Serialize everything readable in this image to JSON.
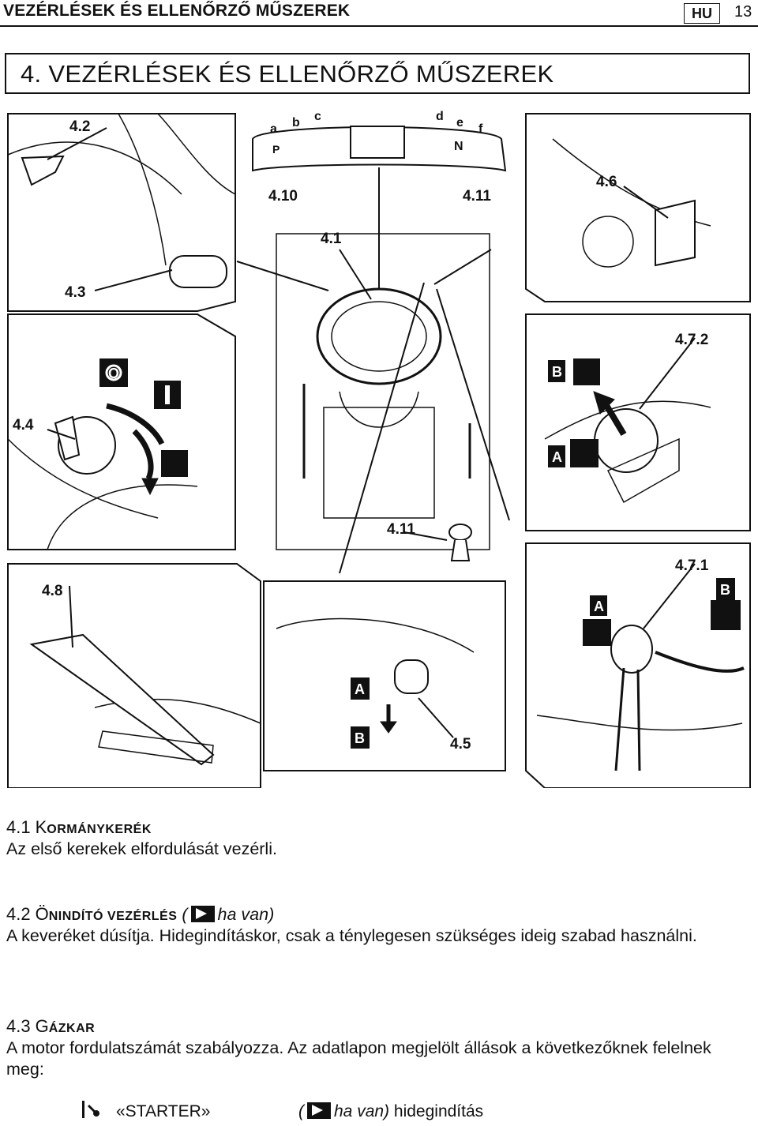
{
  "header": {
    "title": "VEZÉRLÉSEK ÉS ELLENŐRZŐ MŰSZEREK",
    "lang_badge": "HU",
    "page_number": "13"
  },
  "chapter_title": "4.  VEZÉRLÉSEK ÉS ELLENŐRZŐ MŰSZEREK",
  "figure_labels": {
    "l42": "4.2",
    "l43": "4.3",
    "l44": "4.4",
    "l48": "4.8",
    "l410": "4.10",
    "l411a": "4.11",
    "l41": "4.1",
    "l46": "4.6",
    "l472": "4.7.2",
    "l411b": "4.11",
    "l471": "4.7.1",
    "l45": "4.5",
    "a": "a",
    "b": "b",
    "c": "c",
    "d": "d",
    "e": "e",
    "f": "f",
    "P": "P",
    "N": "N",
    "A1": "A",
    "B1": "B",
    "A2": "A",
    "B2": "B",
    "A3": "A",
    "B3": "B",
    "O": "O",
    "I": "I"
  },
  "sections": [
    {
      "num": "4.1",
      "title_first": "K",
      "title_rest": "ORMÁNYKERÉK",
      "body": "Az első kerekek elfordulását vezérli."
    },
    {
      "num": "4.2",
      "title_first": "Ö",
      "title_rest": "NINDÍTÓ VEZÉRLÉS",
      "paren_open": "(",
      "option_note": "ha van)",
      "body": "A keveréket dúsítja. Hidegindításkor, csak a ténylegesen szükséges ideig szabad használni."
    },
    {
      "num": "4.3",
      "title_first": "G",
      "title_rest": "ÁZKAR",
      "body": "A motor fordulatszámát szabályozza. Az adatlapon megjelölt állások a következőknek felelnek meg:"
    }
  ],
  "bottom_row": {
    "starter": "«STARTER»",
    "paren_open": "(",
    "option_note": "ha van)",
    "suffix": "hidegindítás"
  }
}
